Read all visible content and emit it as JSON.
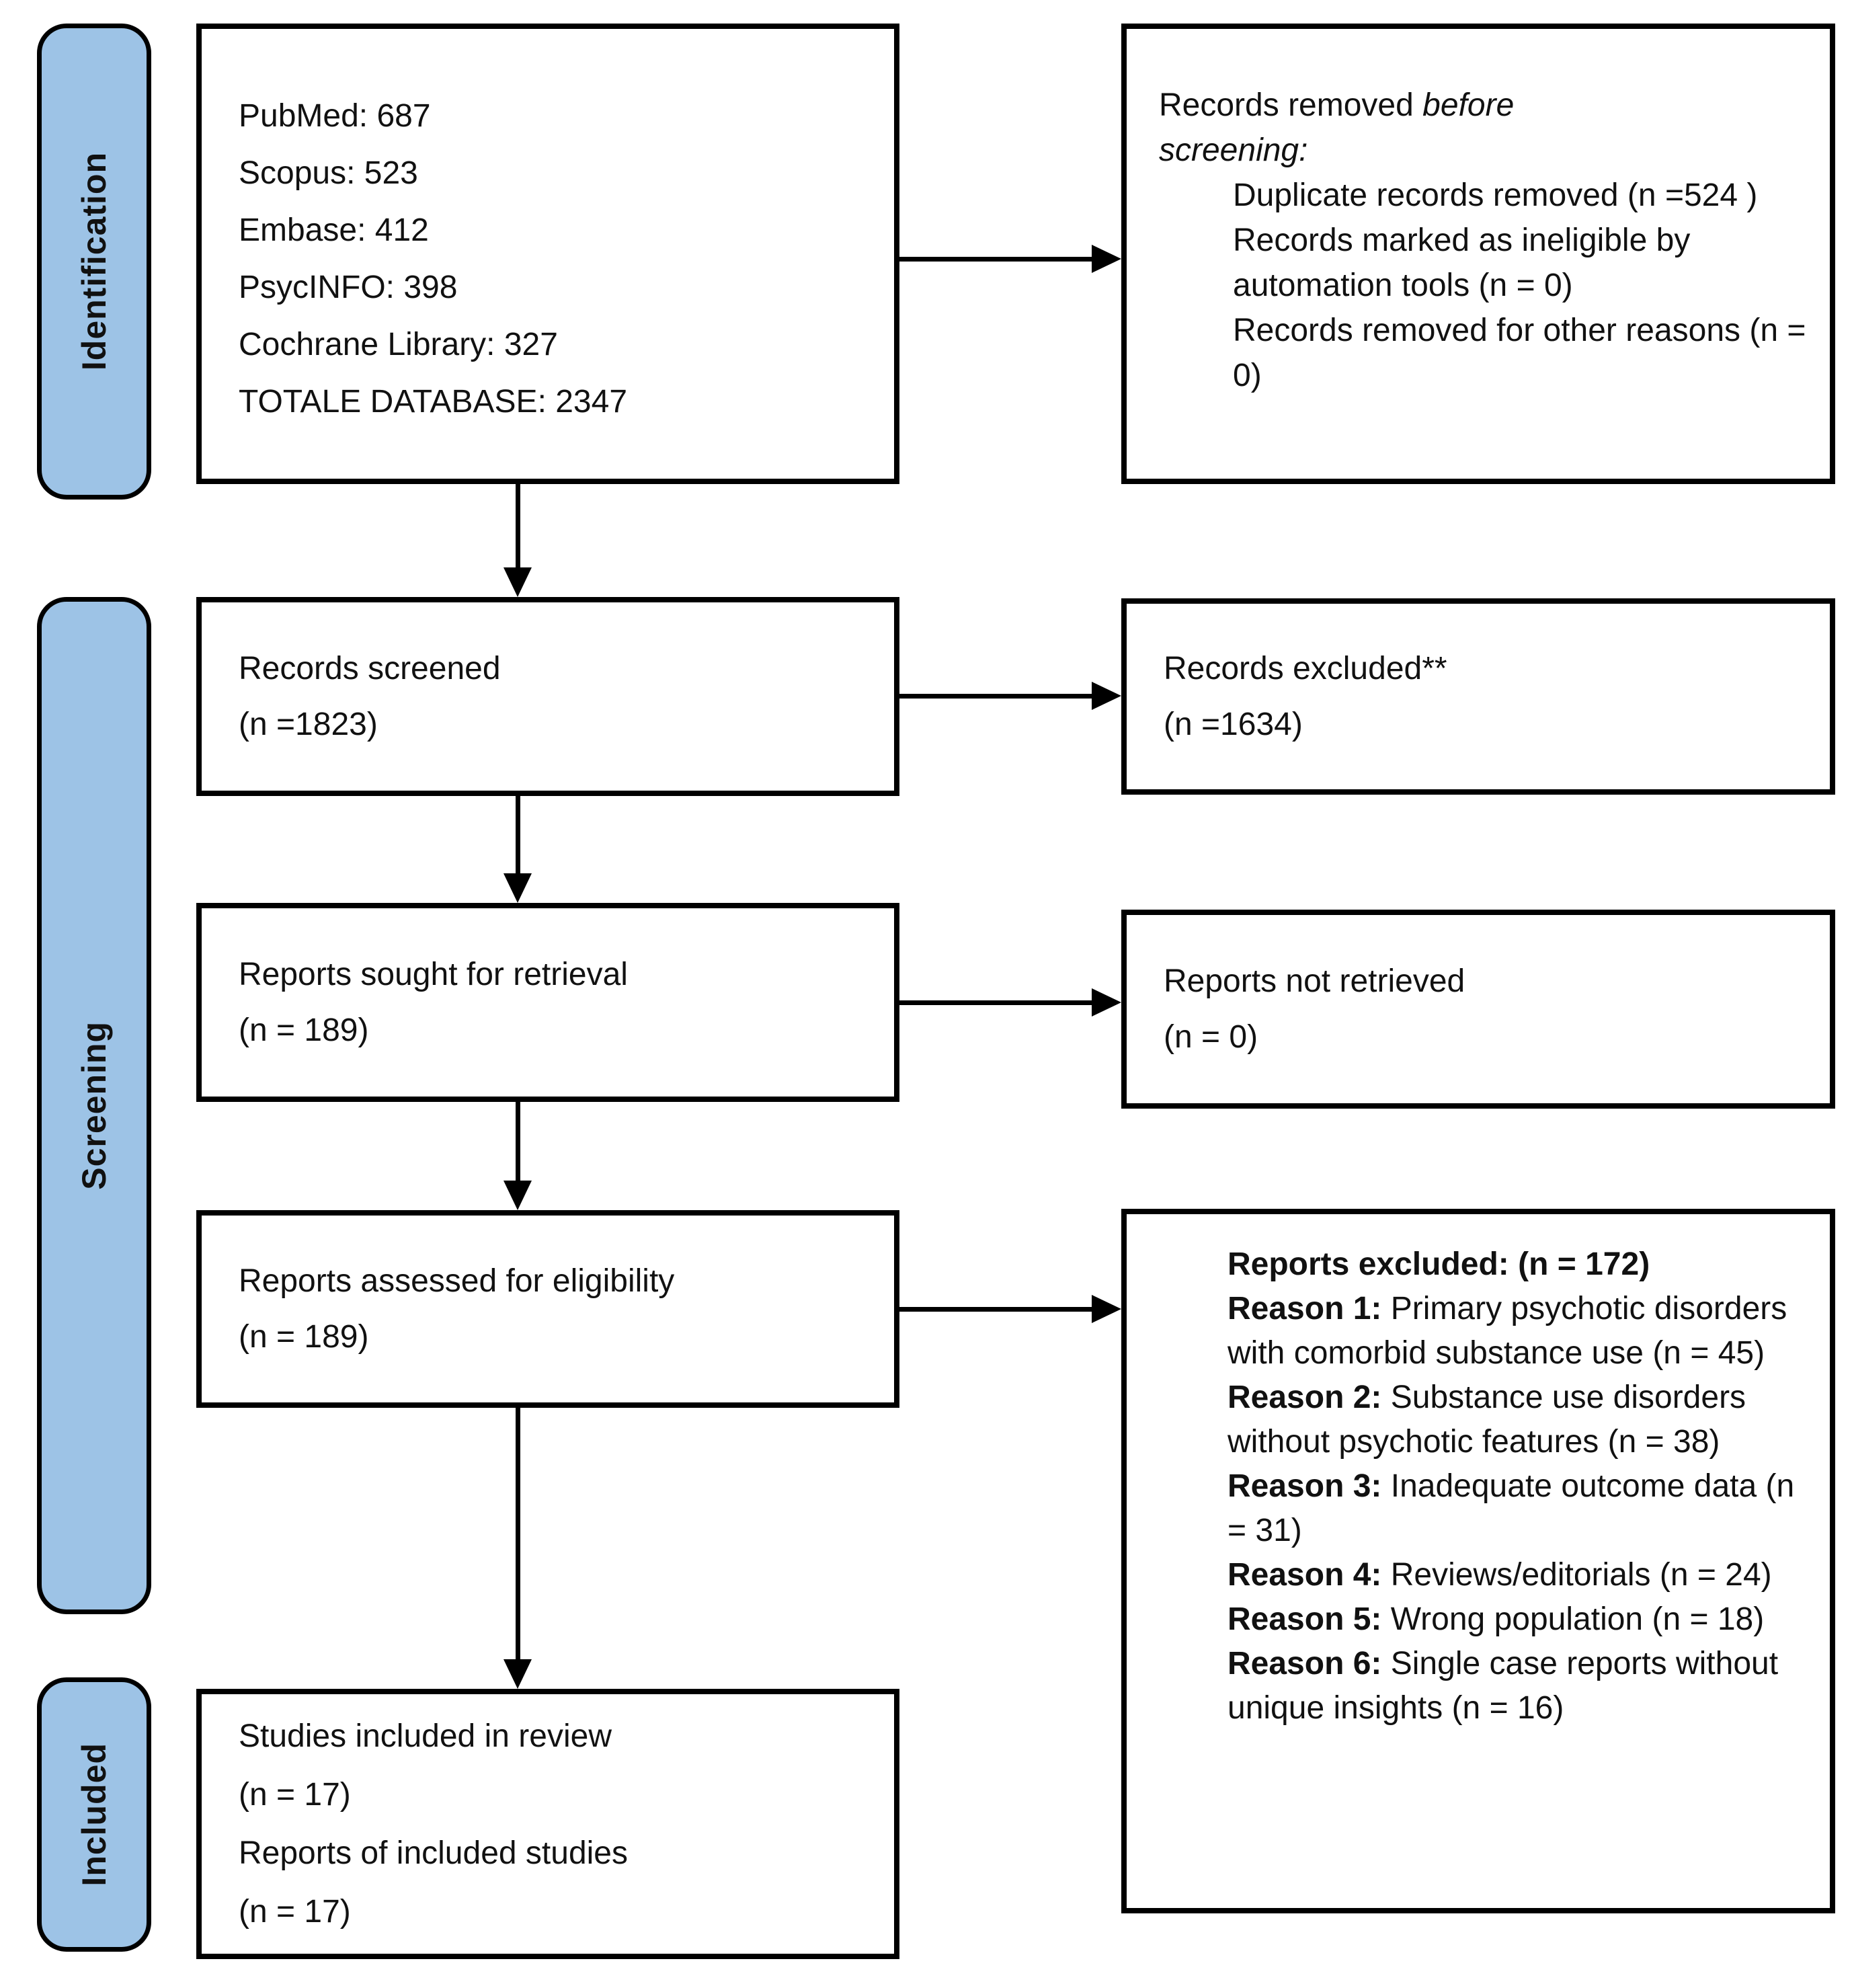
{
  "diagram": {
    "accent_blue": "#9DC3E6",
    "stages": [
      {
        "label": "Identification"
      },
      {
        "label": "Screening"
      },
      {
        "label": "Included"
      }
    ]
  },
  "identification_box": {
    "lines": [
      "PubMed: 687",
      "Scopus: 523",
      "Embase: 412",
      "PsycINFO: 398",
      "Cochrane Library: 327",
      "TOTALE DATABASE: 2347"
    ]
  },
  "records_removed_box": {
    "title_line1_regular": "Records removed ",
    "title_line1_italic": "before",
    "title_line2_italic": "screening:",
    "items": [
      "Duplicate records removed (n =524 )",
      "Records marked as ineligible by automation tools (n = 0)",
      "Records removed for other reasons (n = 0)"
    ]
  },
  "records_screened_box": {
    "line1": "Records screened",
    "line2": "(n =1823)"
  },
  "records_excluded_box": {
    "line1": "Records excluded**",
    "line2": "(n =1634)"
  },
  "reports_sought_box": {
    "line1": "Reports sought for retrieval",
    "line2": "(n = 189)"
  },
  "reports_not_retrieved_box": {
    "line1": "Reports not retrieved",
    "line2": "(n = 0)"
  },
  "reports_assessed_box": {
    "line1": "Reports assessed for eligibility",
    "line2": "(n = 189)"
  },
  "reports_excluded_box": {
    "heading": "Reports excluded: (n = 172)",
    "reasons": [
      {
        "label": "Reason 1:",
        "text": " Primary psychotic disorders with comorbid substance use (n = 45)"
      },
      {
        "label": "Reason 2:",
        "text": " Substance use disorders without psychotic features (n = 38)"
      },
      {
        "label": "Reason 3:",
        "text": " Inadequate outcome data (n = 31)"
      },
      {
        "label": "Reason 4:",
        "text": " Reviews/editorials (n = 24)"
      },
      {
        "label": "Reason 5:",
        "text": " Wrong population (n = 18)"
      },
      {
        "label": "Reason 6:",
        "text": " Single case reports without unique insights (n = 16)"
      }
    ]
  },
  "included_box": {
    "lines": [
      "Studies included in review",
      "(n = 17)",
      "Reports of included studies",
      "(n = 17)"
    ]
  }
}
